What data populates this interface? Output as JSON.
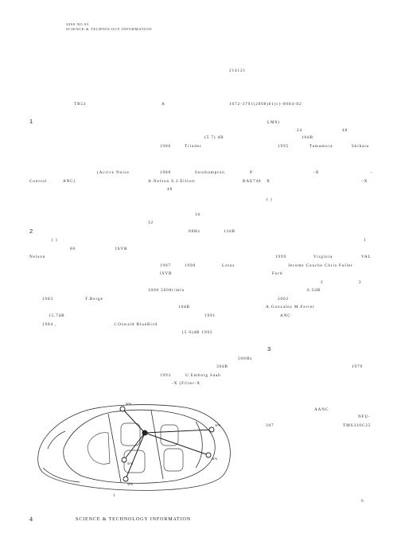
{
  "header": {
    "year_issue": "2008   NO.03",
    "journal": "SCIENCE  &  TECHNOLOGY  INFORMATION"
  },
  "clc_number": "214121",
  "meta_line": {
    "classification": "TB53",
    "doc_code": "A",
    "article_id": "1672-3791(2008)01(c)-0004-02"
  },
  "sections": {
    "s1": "1",
    "s2": "2",
    "s3": "3"
  },
  "body_fragments": {
    "f_lms": "LMS)",
    "f_24": "24",
    "f_48a": "48",
    "f_57db": "(5   7) dB",
    "f_10db_a": "10dB",
    "f_1986": "1986",
    "f_trinder": "Trinder",
    "f_1995": "1995",
    "f_tamamura": "Tamamura",
    "f_shibata": "Shibata",
    "f_active": "(Active  Noise",
    "f_1988": "1988",
    "f_southampton": "Southampton",
    "f_p": "P.",
    "f_x1": "-X",
    "f_dash": "-",
    "f_control": "Control",
    "f_anc": "ANC)",
    "f_nelson_elliott": "A.Nelson   S.J.Elliott",
    "f_bae748": "BAE748",
    "f_x2": "X",
    "f_x3": "-X",
    "f_48b": "48",
    "f_parens": "(              )",
    "f_16": "16",
    "f_32": "32",
    "f_88hz": "88Hz",
    "f_13db": "13dB",
    "f_parens2": "(        )",
    "f_1": "1",
    "f_80": "80",
    "f_isvr1": "ISVR",
    "f_nelson": "Nelson",
    "f_1999": "1999",
    "f_virginia": "Virginia",
    "f_val": "VAL",
    "f_1987": "1987",
    "f_1990": "1990",
    "f_lotus": "Lotus",
    "f_fuller": "Jerome Couche   Chris Fuller",
    "f_isvr2": "ISVR",
    "f_ford": "Ford",
    "f_2a": "2",
    "f_2b": "2",
    "f_3000": "3000   5000r/min",
    "f_65db": "6.5dB",
    "f_1983": "1983",
    "f_berge": "T.Berge",
    "f_2002": "2002",
    "f_10db_b": "10dB",
    "f_gonzalez": "A.Gonzalez   M.Ferrer",
    "f_157db": "15.7dB",
    "f_1991": "1991",
    "f_anc2": "ANC",
    "f_1984": "1984  ,",
    "f_oswald": "J.Oswald    BlueBird",
    "f_56db": "(5   6)dB   1992",
    "f_500hz": "500Hz",
    "f_30db": "30dB",
    "f_1979": "1979",
    "f_1993": "1993",
    "f_emborg": "U.Emborg   Saab",
    "f_filter": "-X               (Filter-X",
    "f_aanc": "AANC",
    "f_nfu": "NFU-",
    "f_307": "307",
    "f_tms": "TMS320C25",
    "f_6": "6"
  },
  "figure": {
    "caption_number": "1",
    "speaker_labels": [
      "SPK",
      "SPK",
      "SPK",
      "SPK",
      "SPK"
    ]
  },
  "footer": {
    "page_number": "4",
    "journal": "SCIENCE   &   TECHNOLOGY   INFORMATION"
  }
}
